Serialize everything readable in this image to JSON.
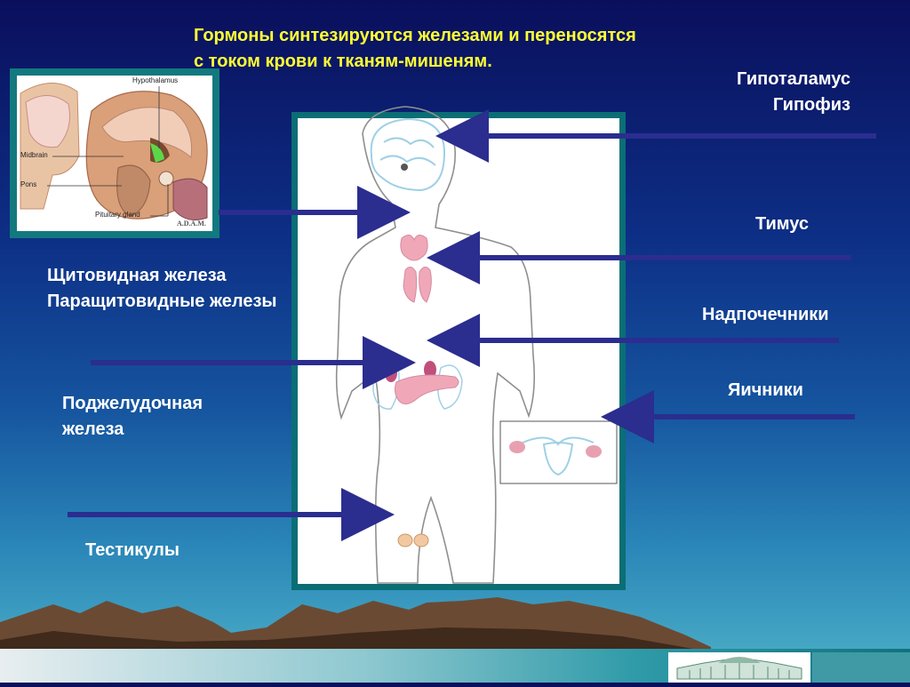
{
  "title": {
    "line1": "Гормоны синтезируются железами и переносятся",
    "line2": "с током крови к тканям-мишеням."
  },
  "labels": {
    "hypothalamus": "Гипоталамус",
    "pituitary": "Гипофиз",
    "thymus": "Тимус",
    "thyroid": "Щитовидная железа",
    "parathyroid": "Паращитовидные железы",
    "adrenals": "Надпочечники",
    "pancreas_1": "Поджелудочная",
    "pancreas_2": "железа",
    "ovaries": "Яичники",
    "testes": "Тестикулы"
  },
  "inset": {
    "hypothalamus": "Hypothalamus",
    "midbrain": "Midbrain",
    "pons": "Pons",
    "pituitary_gland": "Pituitary gland",
    "brand": "A.D.A.M."
  },
  "colors": {
    "title": "#ffff33",
    "labels": "#ffffff",
    "arrows": "#2b2d8f",
    "panel_frame": "#0b6e75",
    "gland_pink": "#f0a8b8",
    "body_outline": "#9fd0e6"
  }
}
